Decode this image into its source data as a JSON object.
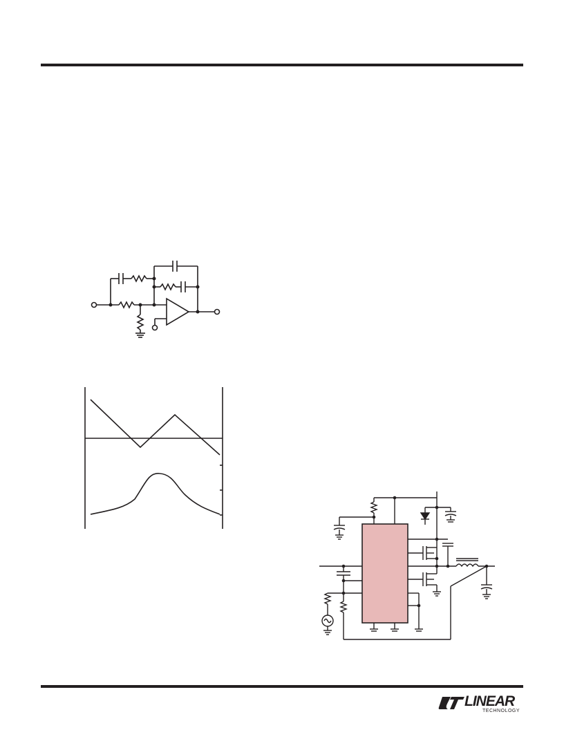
{
  "page": {
    "background": "#ffffff",
    "ink": "#231f20",
    "ic_fill": "#e8b9b8"
  },
  "footer": {
    "logo": {
      "wordmark": "LINEAR",
      "subtext": "TECHNOLOGY",
      "icon": "lt-logo-icon"
    }
  },
  "figures": {
    "filter_schematic": {
      "description_icon": "op-amp-filter-schematic"
    },
    "waveform_plot": {
      "icon": "waveform-plot"
    },
    "application_circuit": {
      "icon": "buck-converter-schematic"
    }
  }
}
